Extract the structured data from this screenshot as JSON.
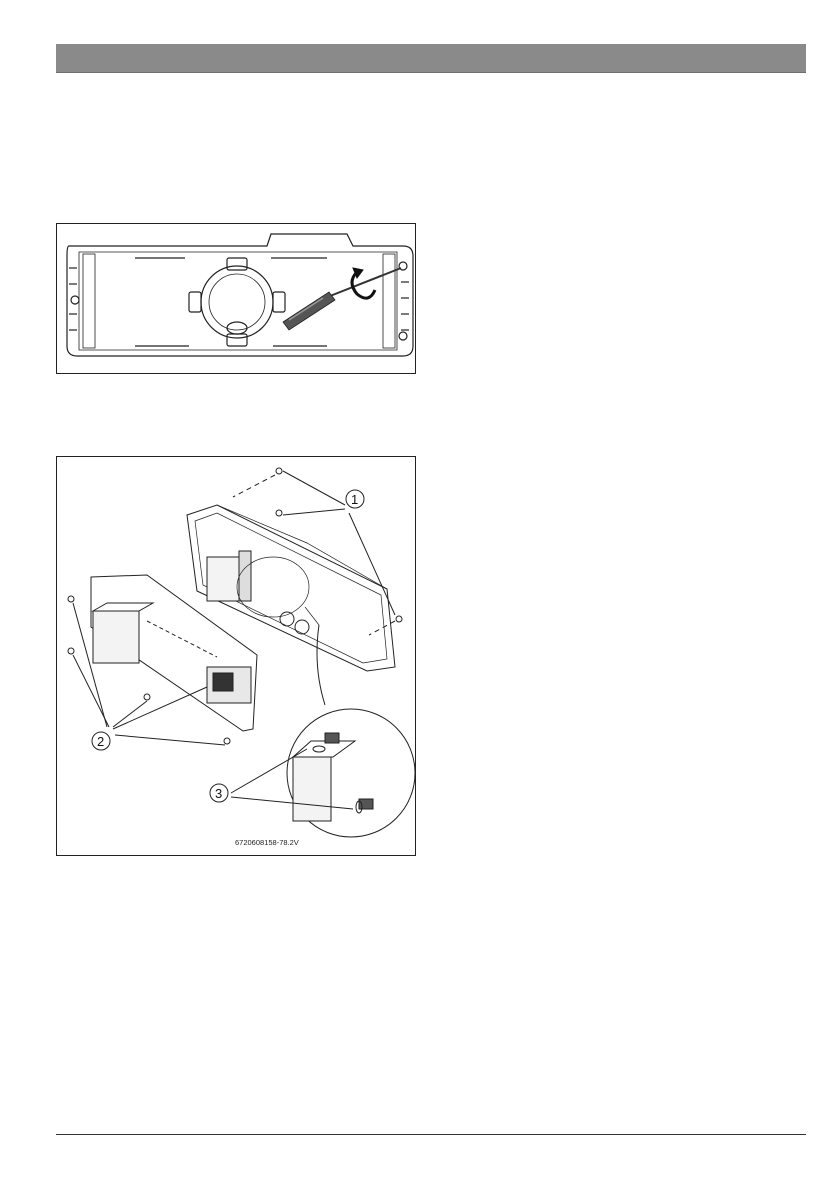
{
  "figures": {
    "bottom": {
      "callouts": [
        "1",
        "2",
        "3"
      ],
      "code": "6720608158-78.2V"
    }
  },
  "icons": {
    "top_figure": [
      "screwdriver-icon",
      "rotate-arrow-icon"
    ]
  }
}
